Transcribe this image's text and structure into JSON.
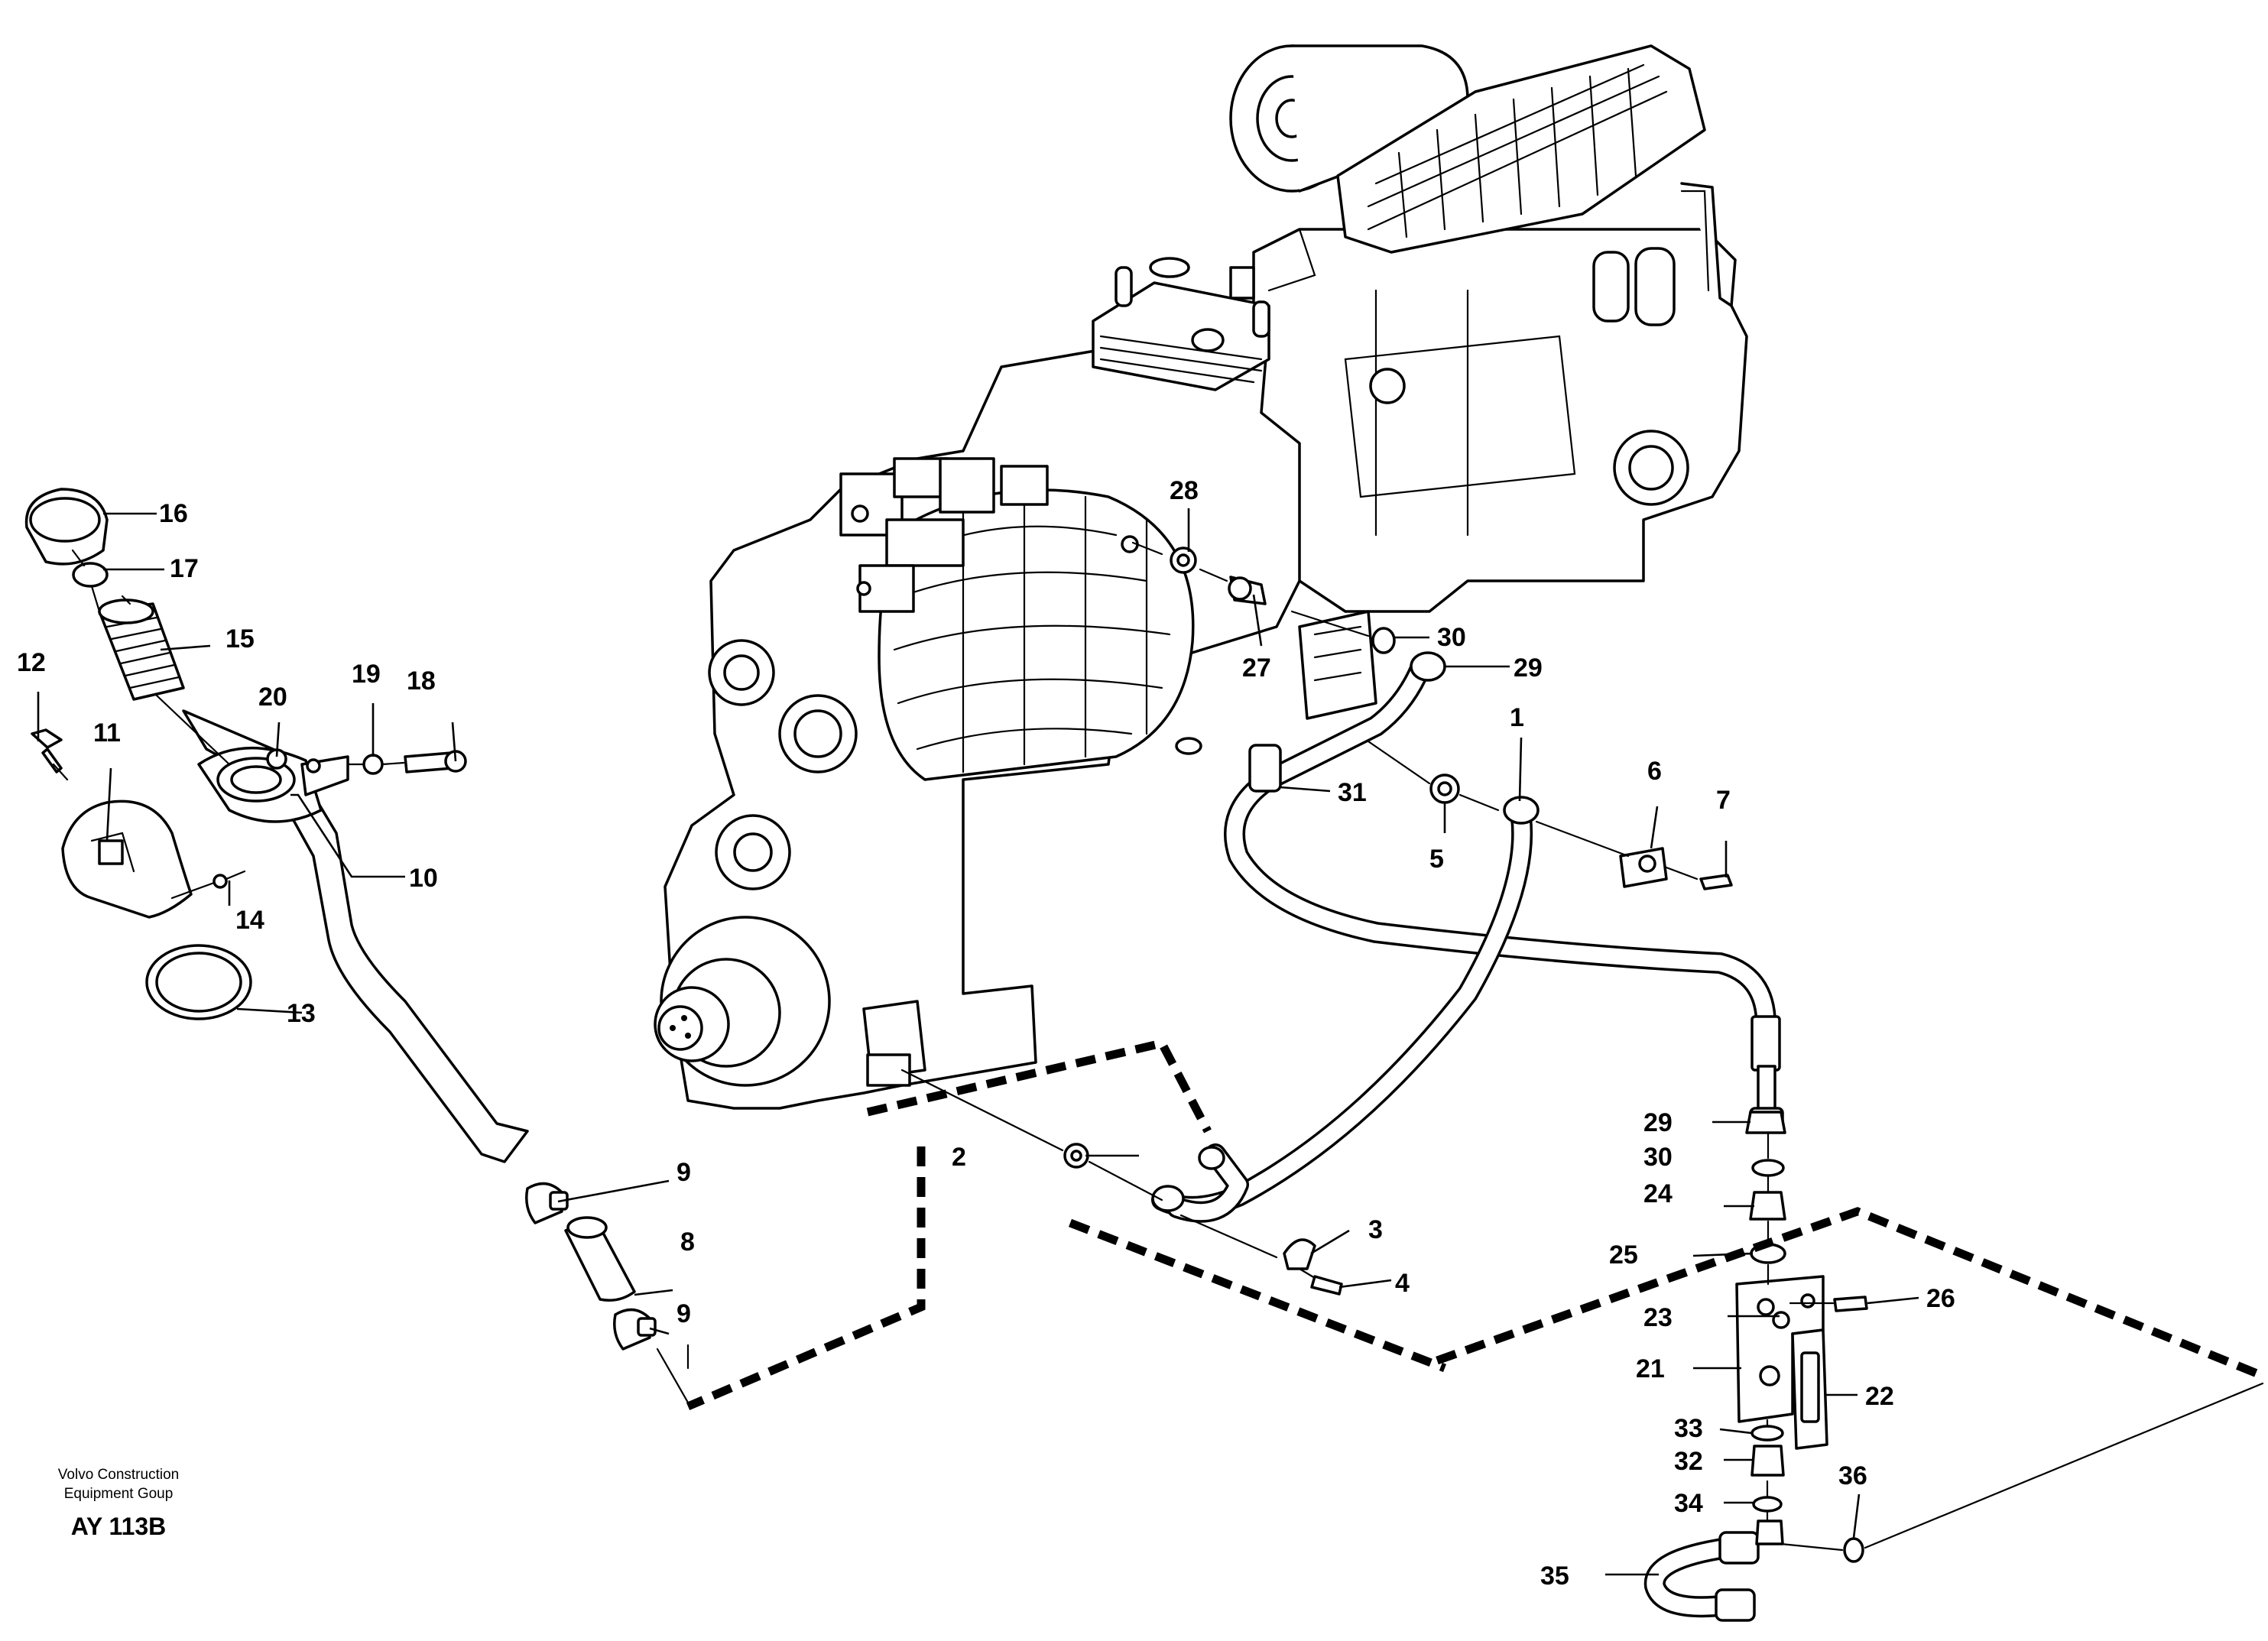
{
  "diagram": {
    "callouts": [
      "1",
      "2",
      "3",
      "4",
      "5",
      "6",
      "7",
      "8",
      "9",
      "9",
      "10",
      "11",
      "12",
      "13",
      "14",
      "15",
      "16",
      "17",
      "18",
      "19",
      "20",
      "21",
      "22",
      "23",
      "24",
      "25",
      "26",
      "27",
      "28",
      "29",
      "29",
      "30",
      "30",
      "31",
      "32",
      "33",
      "34",
      "35",
      "36"
    ],
    "credit": {
      "line1": "Volvo Construction",
      "line2": "Equipment Goup"
    },
    "drawing_code": "AY 113B"
  }
}
